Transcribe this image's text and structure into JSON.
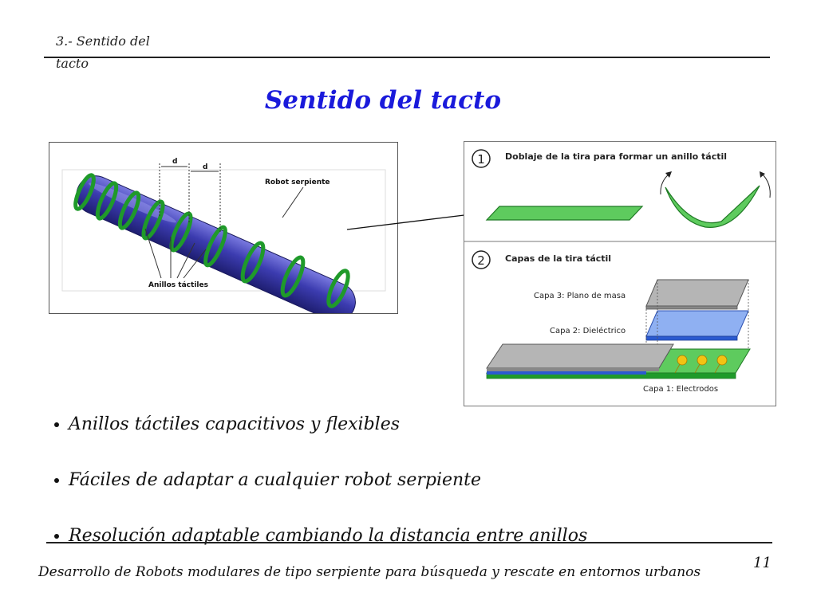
{
  "header": {
    "section": "3.- Sentido del tacto"
  },
  "title": "Sentido del tacto",
  "figure_left": {
    "spacing_label_1": "d",
    "spacing_label_2": "d",
    "robot_label": "Robot serpiente",
    "rings_label": "Anillos táctiles"
  },
  "figure_right": {
    "panel1_number": "1",
    "panel1_title": "Doblaje de la tira para formar un anillo táctil",
    "panel2_number": "2",
    "panel2_title": "Capas de la tira táctil",
    "layer3": "Capa 3: Plano de masa",
    "layer2": "Capa 2: Dieléctrico",
    "layer1": "Capa 1: Electrodos"
  },
  "bullets": [
    "Anillos táctiles capacitivos y flexibles",
    "Fáciles de adaptar a cualquier robot serpiente",
    "Resolución adaptable cambiando la distancia entre anillos"
  ],
  "footer": {
    "text": "Desarrollo de Robots modulares de tipo serpiente para búsqueda y rescate en entornos urbanos",
    "page": "11"
  },
  "colors": {
    "title": "#1a1adb",
    "robot": "#3a3aa8",
    "ring": "#1f9a2a",
    "strip": "#5ecb5e",
    "ground": "#b5b5b5",
    "dielectric": "#8fb0f2"
  }
}
